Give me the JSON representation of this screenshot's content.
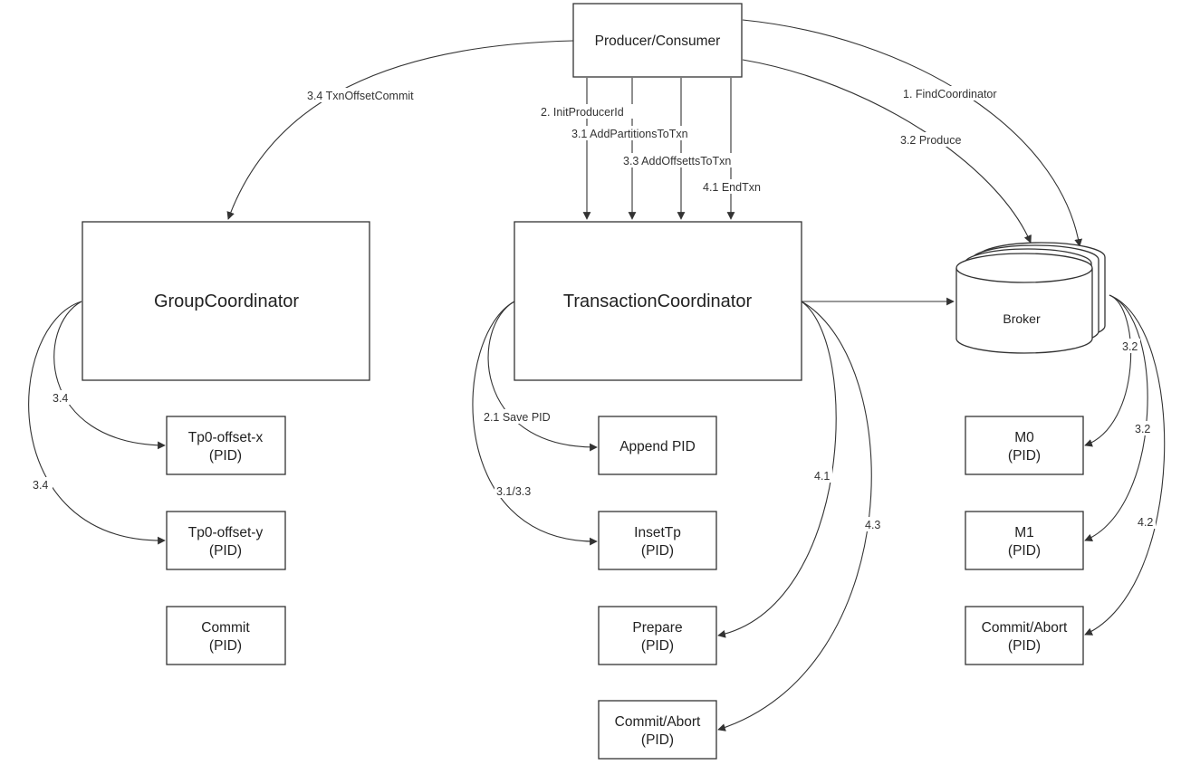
{
  "nodes": {
    "producer": "Producer/Consumer",
    "group_coordinator": "GroupCoordinator",
    "transaction_coordinator": "TransactionCoordinator",
    "broker": "Broker",
    "tp0_offset_x": {
      "line1": "Tp0-offset-x",
      "line2": "(PID)"
    },
    "tp0_offset_y": {
      "line1": "Tp0-offset-y",
      "line2": "(PID)"
    },
    "group_commit": {
      "line1": "Commit",
      "line2": "(PID)"
    },
    "append_pid": "Append PID",
    "inset_tp": {
      "line1": "InsetTp",
      "line2": "(PID)"
    },
    "prepare": {
      "line1": "Prepare",
      "line2": "(PID)"
    },
    "txn_commit_abort": {
      "line1": "Commit/Abort",
      "line2": "(PID)"
    },
    "m0": {
      "line1": "M0",
      "line2": "(PID)"
    },
    "m1": {
      "line1": "M1",
      "line2": "(PID)"
    },
    "broker_commit_abort": {
      "line1": "Commit/Abort",
      "line2": "(PID)"
    }
  },
  "edges": {
    "find_coordinator": "1. FindCoordinator",
    "produce": "3.2 Produce",
    "txn_offset_commit": "3.4 TxnOffsetCommit",
    "init_producer_id": "2. InitProducerId",
    "add_partitions": "3.1 AddPartitionsToTxn",
    "add_offsets": "3.3 AddOffsettsToTxn",
    "end_txn": "4.1 EndTxn",
    "gc_to_x": "3.4",
    "gc_to_y": "3.4",
    "save_pid": "2.1 Save PID",
    "insert_tp": "3.1/3.3",
    "to_prepare": "4.1",
    "to_commit_abort": "4.3",
    "broker_m0": "3.2",
    "broker_m1": "3.2",
    "broker_commit": "4.2"
  }
}
